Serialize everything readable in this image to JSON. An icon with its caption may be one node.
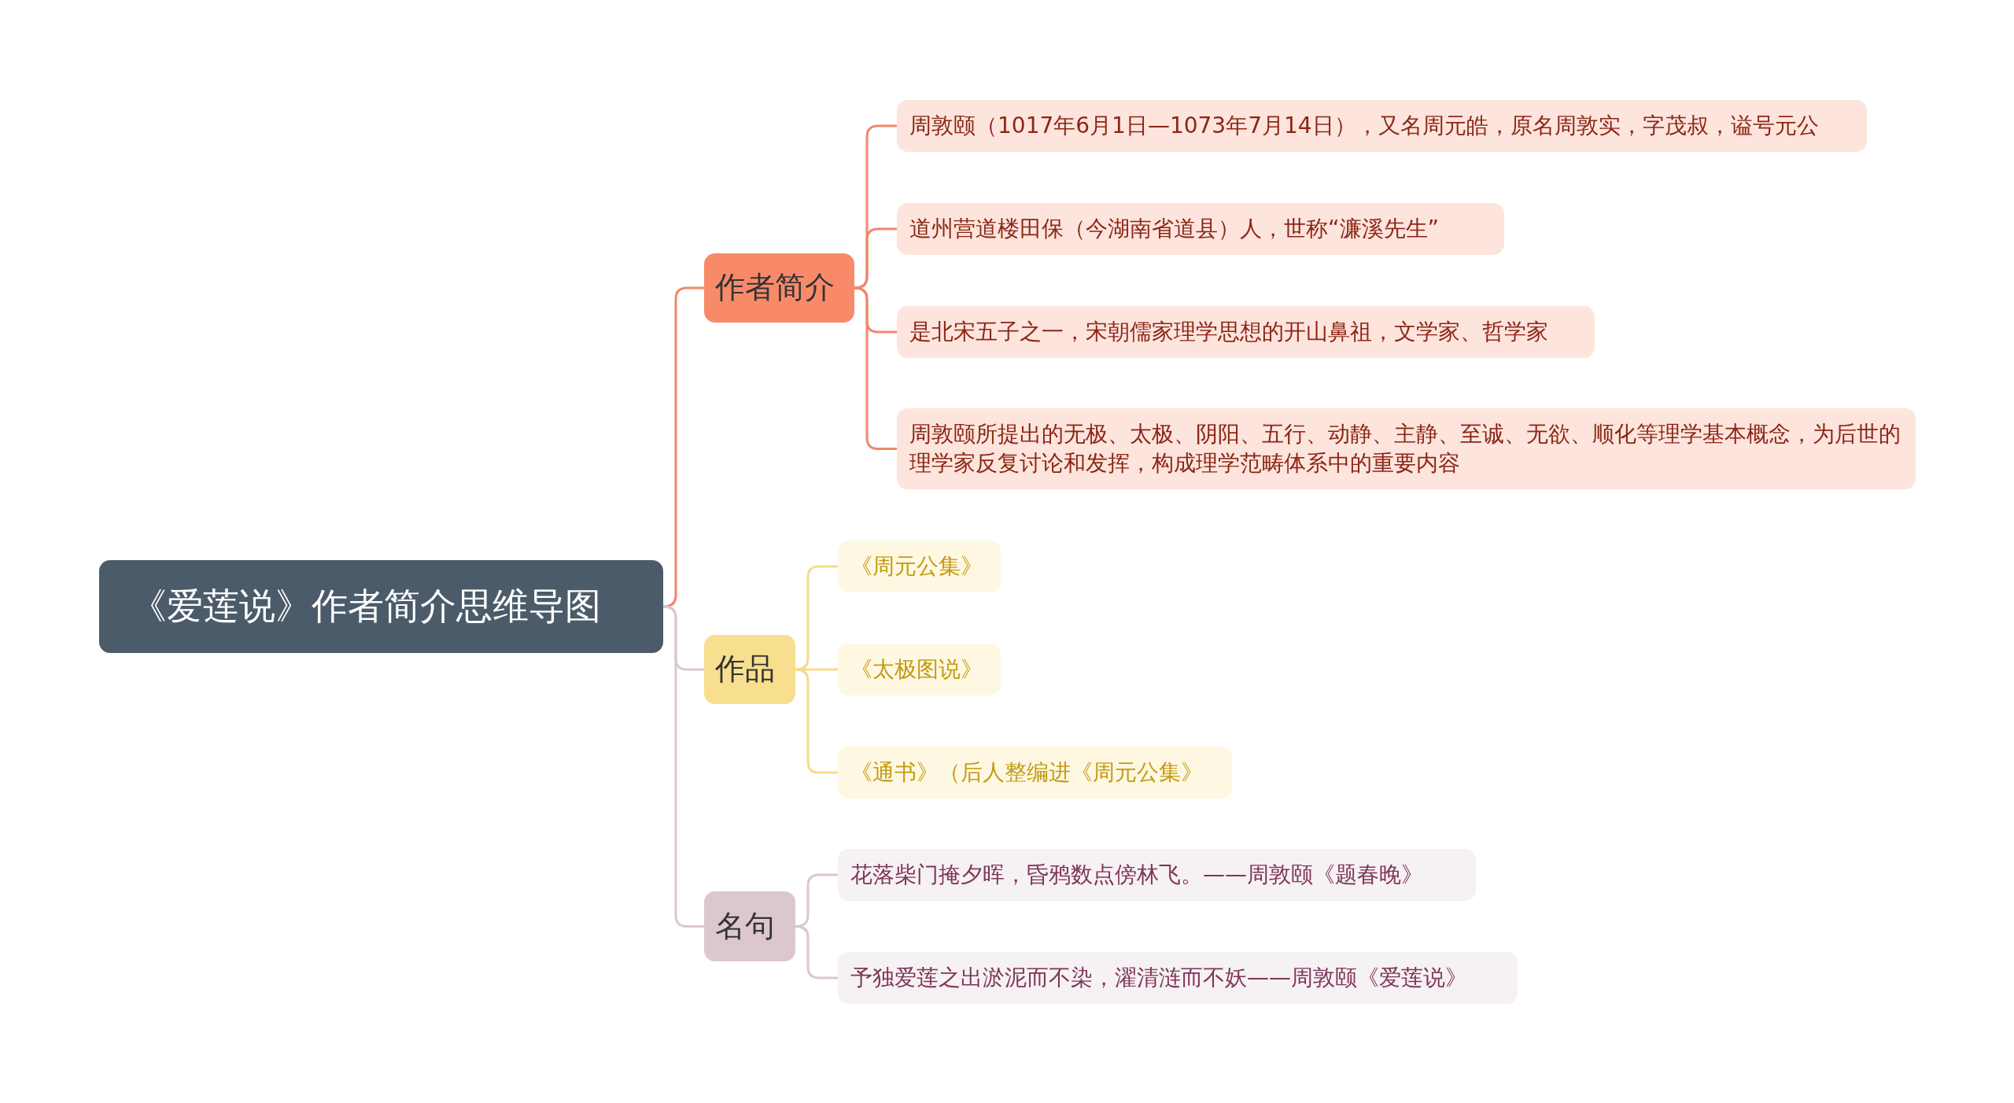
{
  "diagram": {
    "nodes": [
      {
        "text": [
          "《爱莲说》作者简介思维导图"
        ]
      },
      {
        "text": [
          "作者简介"
        ]
      },
      {
        "text": [
          "周敦颐（1017年6月1日—1073年7月14日），又名周元皓，原名周敦实，字茂叔，谥号元公"
        ]
      },
      {
        "text": [
          "道州营道楼田保（今湖南省道县）人，世称“濂溪先生”"
        ]
      },
      {
        "text": [
          "是北宋五子之一，宋朝儒家理学思想的开山鼻祖，文学家、哲学家"
        ]
      },
      {
        "text": [
          "周敦颐所提出的无极、太极、阴阳、五行、动静、主静、至诚、无欲、顺化等理学基本概念，为后世的理学家反复讨论和发挥，构成理学范畴体系中的重要内容"
        ]
      },
      {
        "text": [
          "作品"
        ]
      },
      {
        "text": [
          "《周元公集》"
        ]
      },
      {
        "text": [
          "《太极图说》"
        ]
      },
      {
        "text": [
          "《通书》（后人整编进《周元公集》"
        ]
      },
      {
        "text": [
          "名句"
        ]
      },
      {
        "text": [
          "花落柴门掩夕晖，昏鸦数点傍林飞。——周敦颐《题春晚》"
        ]
      },
      {
        "text": [
          "予独爱莲之出淤泥而不染，濯清涟而不妖——周敦颐《爱莲说》"
        ]
      }
    ],
    "edges": [
      {
        "from": 0,
        "to": 1,
        "arrow": "none",
        "color": "#f0876a"
      },
      {
        "from": 1,
        "to": 2,
        "arrow": "none",
        "color": "#f0876a"
      },
      {
        "from": 1,
        "to": 3,
        "arrow": "none",
        "color": "#f0876a"
      },
      {
        "from": 1,
        "to": 4,
        "arrow": "none",
        "color": "#f0876a"
      },
      {
        "from": 1,
        "to": 5,
        "arrow": "none",
        "color": "#f0876a"
      },
      {
        "from": 0,
        "to": 6,
        "arrow": "none",
        "color": "#dcc7cf"
      },
      {
        "from": 6,
        "to": 7,
        "arrow": "none",
        "color": "#f5dc8c"
      },
      {
        "from": 6,
        "to": 8,
        "arrow": "none",
        "color": "#f5dc8c"
      },
      {
        "from": 6,
        "to": 9,
        "arrow": "none",
        "color": "#f5dc8c"
      },
      {
        "from": 0,
        "to": 10,
        "arrow": "none",
        "color": "#dcc7cf"
      },
      {
        "from": 10,
        "to": 11,
        "arrow": "none",
        "color": "#dcc7cf"
      },
      {
        "from": 10,
        "to": 12,
        "arrow": "none",
        "color": "#dcc7cf"
      }
    ]
  }
}
